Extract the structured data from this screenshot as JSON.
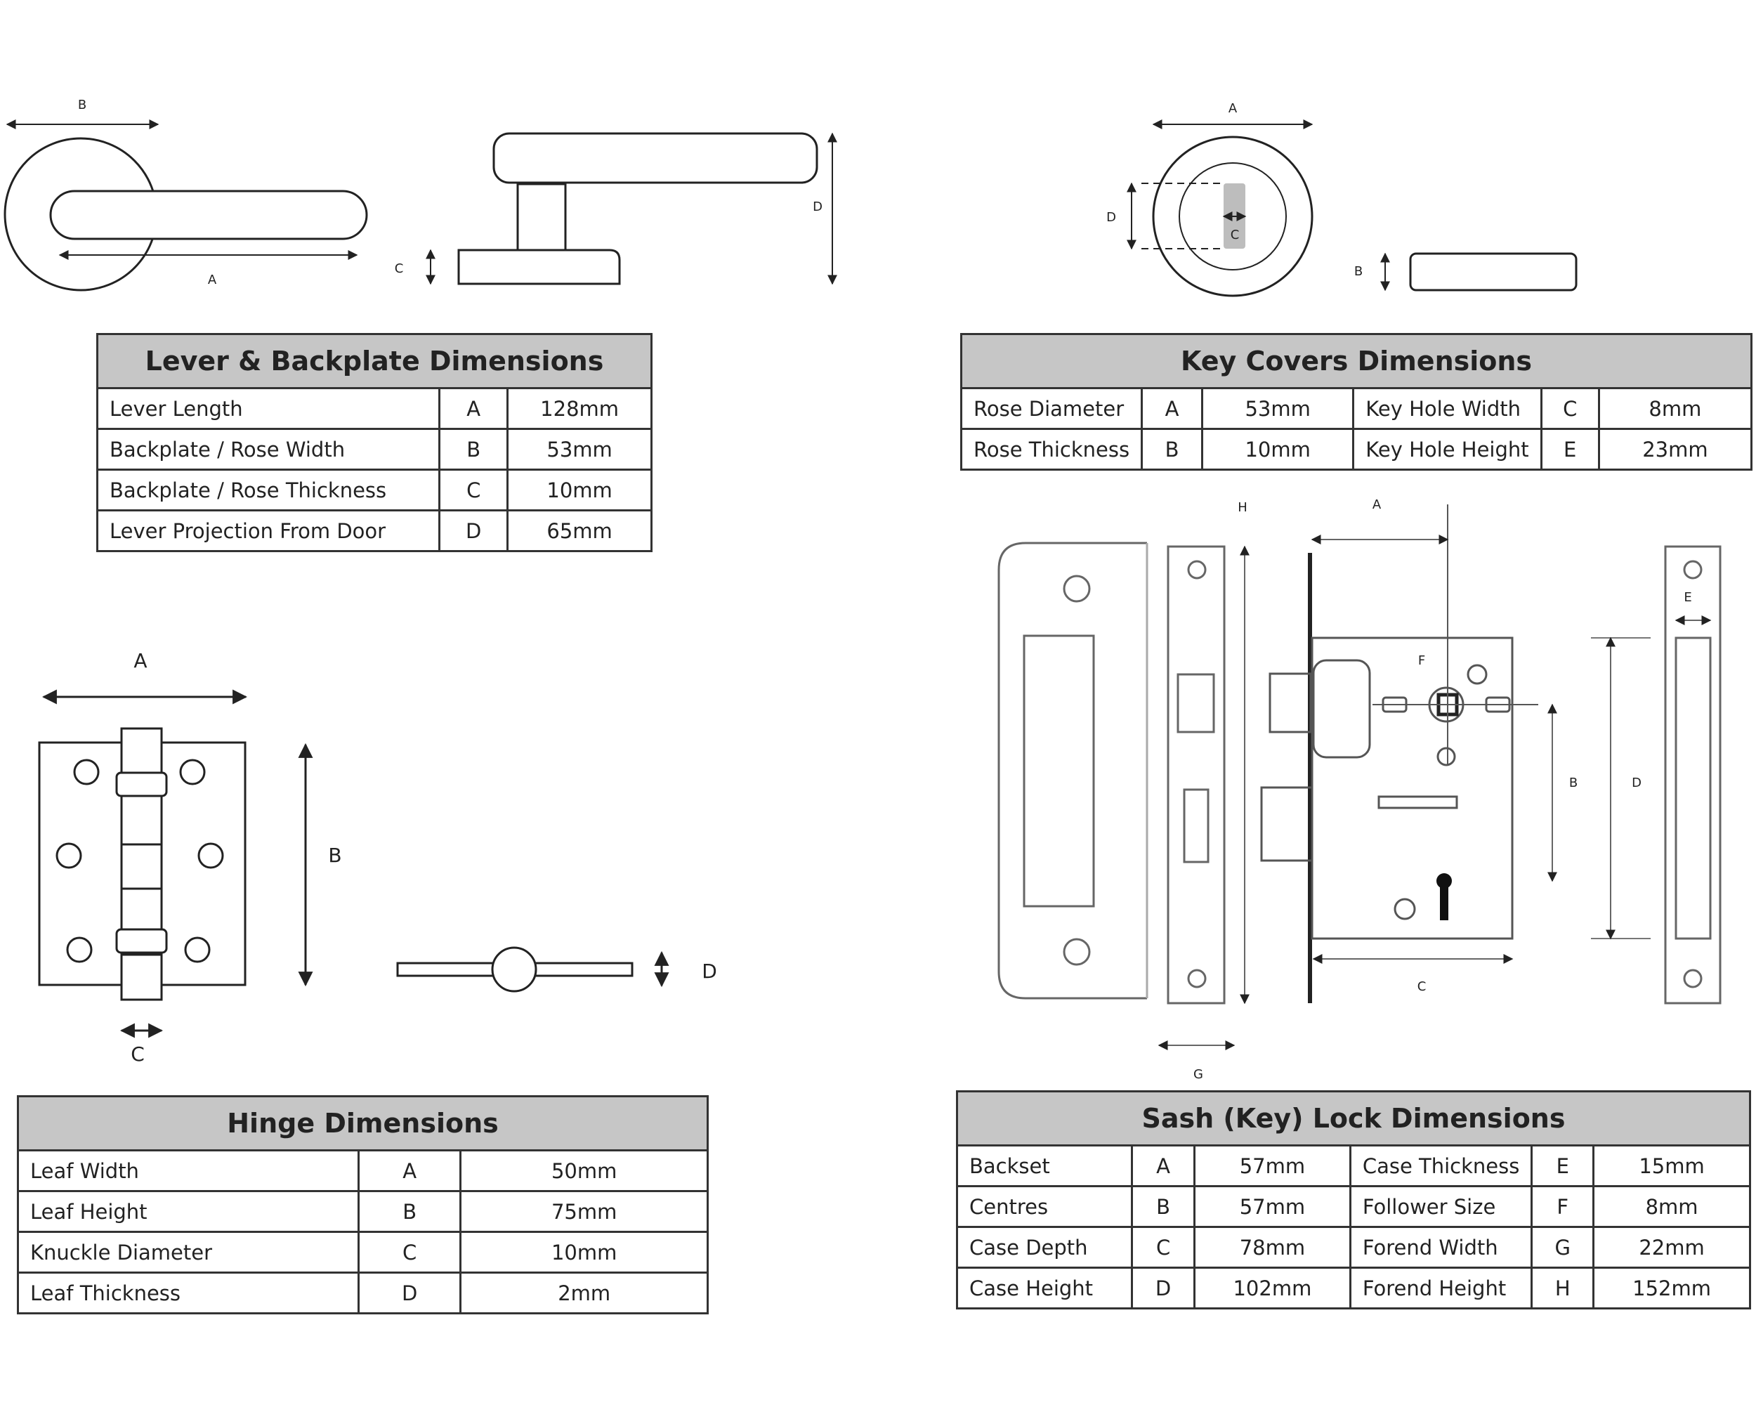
{
  "lever": {
    "labels": {
      "A": "A",
      "B": "B",
      "C": "C",
      "D": "D"
    },
    "table": {
      "title": "Lever & Backplate Dimensions",
      "rows": [
        {
          "name": "Lever Length",
          "code": "A",
          "value": "128mm"
        },
        {
          "name": "Backplate / Rose Width",
          "code": "B",
          "value": "53mm"
        },
        {
          "name": "Backplate / Rose Thickness",
          "code": "C",
          "value": "10mm"
        },
        {
          "name": "Lever Projection From Door",
          "code": "D",
          "value": "65mm"
        }
      ]
    }
  },
  "key_covers": {
    "labels": {
      "A": "A",
      "B": "B",
      "C": "C",
      "D": "D"
    },
    "table": {
      "title": "Key Covers Dimensions",
      "rows": [
        {
          "name": "Rose Diameter",
          "code": "A",
          "value": "53mm",
          "name2": "Key Hole Width",
          "code2": "C",
          "value2": "8mm"
        },
        {
          "name": "Rose Thickness",
          "code": "B",
          "value": "10mm",
          "name2": "Key Hole Height",
          "code2": "E",
          "value2": "23mm"
        }
      ]
    }
  },
  "hinge": {
    "labels": {
      "A": "A",
      "B": "B",
      "C": "C",
      "D": "D"
    },
    "table": {
      "title": "Hinge Dimensions",
      "rows": [
        {
          "name": "Leaf Width",
          "code": "A",
          "value": "50mm"
        },
        {
          "name": "Leaf Height",
          "code": "B",
          "value": "75mm"
        },
        {
          "name": "Knuckle Diameter",
          "code": "C",
          "value": "10mm"
        },
        {
          "name": "Leaf Thickness",
          "code": "D",
          "value": "2mm"
        }
      ]
    }
  },
  "sash_lock": {
    "labels": {
      "A": "A",
      "B": "B",
      "C": "C",
      "D": "D",
      "E": "E",
      "F": "F",
      "G": "G",
      "H": "H"
    },
    "table": {
      "title": "Sash (Key) Lock Dimensions",
      "rows": [
        {
          "name": "Backset",
          "code": "A",
          "value": "57mm",
          "name2": "Case Thickness",
          "code2": "E",
          "value2": "15mm"
        },
        {
          "name": "Centres",
          "code": "B",
          "value": "57mm",
          "name2": "Follower Size",
          "code2": "F",
          "value2": "8mm"
        },
        {
          "name": "Case Depth",
          "code": "C",
          "value": "78mm",
          "name2": "Forend Width",
          "code2": "G",
          "value2": "22mm"
        },
        {
          "name": "Case Height",
          "code": "D",
          "value": "102mm",
          "name2": "Forend Height",
          "code2": "H",
          "value2": "152mm"
        }
      ]
    }
  }
}
